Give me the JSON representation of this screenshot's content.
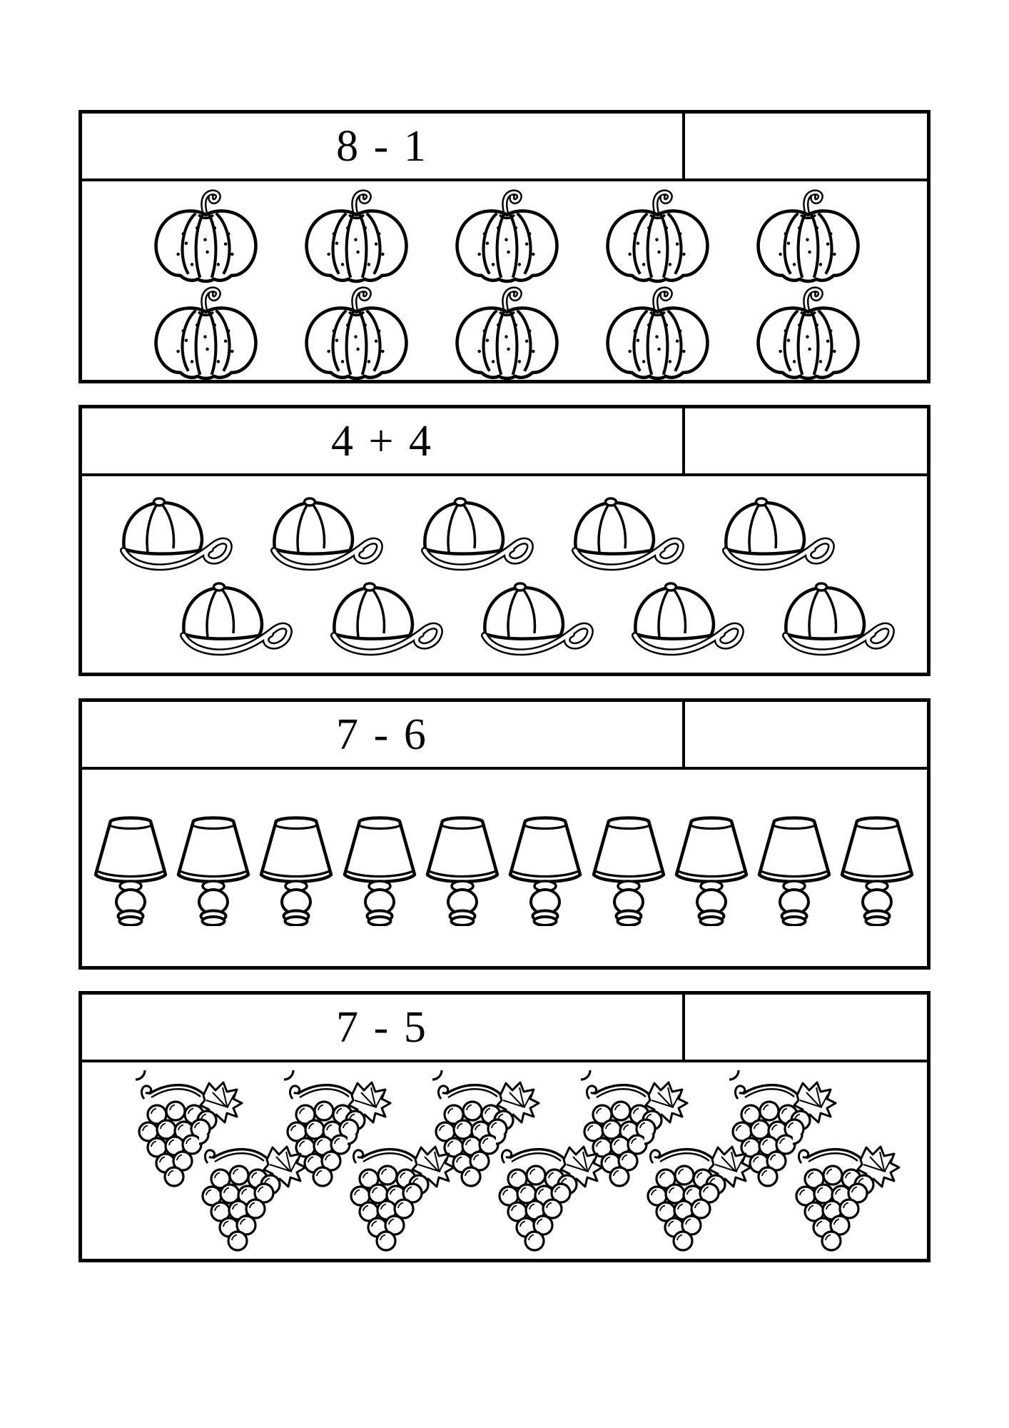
{
  "colors": {
    "ink": "#000000",
    "paper": "#ffffff"
  },
  "sections": [
    {
      "problem": "8 - 1",
      "answer": "",
      "item": "pumpkin",
      "count": 10,
      "rows": [
        5,
        5
      ]
    },
    {
      "problem": "4 + 4",
      "answer": "",
      "item": "baseball-cap",
      "count": 10,
      "rows": [
        5,
        5
      ]
    },
    {
      "problem": "7 - 6",
      "answer": "",
      "item": "table-lamp",
      "count": 10,
      "rows": [
        10
      ]
    },
    {
      "problem": "7 - 5",
      "answer": "",
      "item": "grapes",
      "count": 10,
      "rows": [
        5,
        5
      ]
    }
  ]
}
